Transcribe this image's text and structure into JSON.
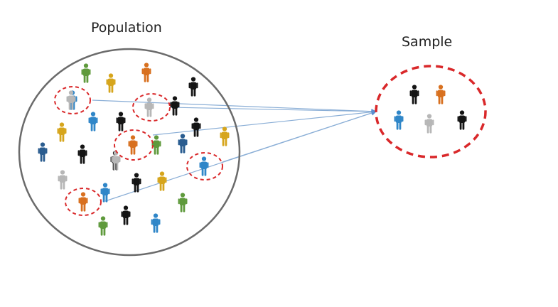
{
  "labels": {
    "population": "Population",
    "sample": "Sample"
  },
  "colors": {
    "green": "#5f9a3c",
    "yellow": "#d6a51c",
    "orange": "#d8701f",
    "black": "#141414",
    "blue": "#2f86c8",
    "navy": "#2a5c8f",
    "gray": "#b7b7b7",
    "circle_outline": "#6b6b6b",
    "selection": "#d9282a",
    "arrow": "#8aaed6"
  },
  "population": {
    "count": 31,
    "colors": [
      "green",
      "yellow",
      "orange",
      "black",
      "blue",
      "gray",
      "black",
      "yellow",
      "blue",
      "black",
      "black",
      "yellow",
      "orange",
      "green",
      "navy",
      "black",
      "black",
      "blue",
      "blue",
      "gray",
      "blue",
      "black",
      "yellow",
      "orange",
      "black",
      "blue",
      "green",
      "green",
      "gray",
      "navy",
      "gray"
    ]
  },
  "sample": {
    "count": 5,
    "colors": [
      "black",
      "orange",
      "blue",
      "gray",
      "black"
    ]
  },
  "selections": 5
}
